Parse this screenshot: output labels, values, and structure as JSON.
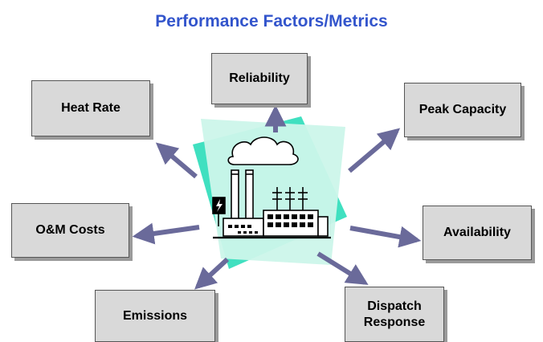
{
  "title": "Performance Factors/Metrics",
  "metrics": {
    "reliability": "Reliability",
    "heat_rate": "Heat Rate",
    "peak_capacity": "Peak Capacity",
    "om_costs": "O&M Costs",
    "availability": "Availability",
    "emissions": "Emissions",
    "dispatch_response": "Dispatch\nResponse"
  },
  "colors": {
    "title": "#3355cc",
    "arrow": "#6a6a9a",
    "box_fill": "#d9d9d9",
    "accent_teal": "#40e0c0",
    "accent_pale": "#ccf5ea"
  },
  "icons": {
    "center": "power-plant-icon"
  }
}
